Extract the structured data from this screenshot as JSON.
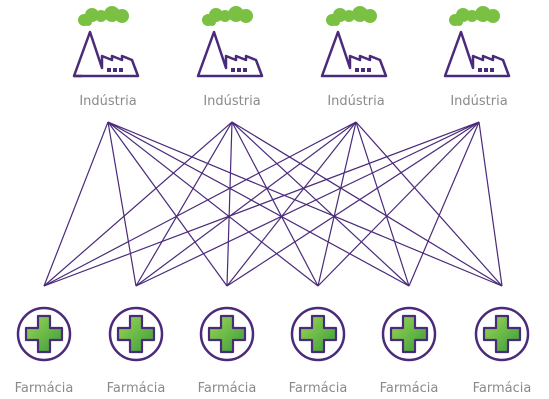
{
  "colors": {
    "line": "#4a2a7a",
    "outline": "#4a2a7a",
    "smoke": "#7ac143",
    "green_dark": "#3f9a35",
    "green_light": "#8fd14f",
    "label": "#8a8a8a"
  },
  "icons": {
    "top": "factory-icon",
    "bottom": "pharmacy-cross-icon"
  },
  "top_nodes": [
    {
      "label": "Indústria"
    },
    {
      "label": "Indústria"
    },
    {
      "label": "Indústria"
    },
    {
      "label": "Indústria"
    }
  ],
  "bottom_nodes": [
    {
      "label": "Farmácia"
    },
    {
      "label": "Farmácia"
    },
    {
      "label": "Farmácia"
    },
    {
      "label": "Farmácia"
    },
    {
      "label": "Farmácia"
    },
    {
      "label": "Farmácia"
    }
  ],
  "connections": "all-to-all"
}
